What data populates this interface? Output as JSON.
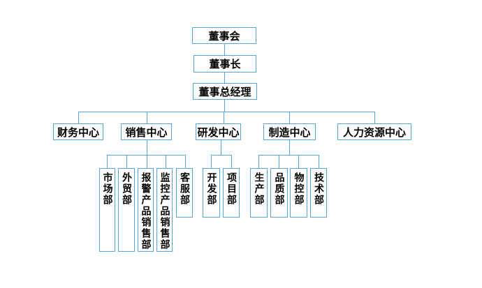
{
  "diagram": {
    "type": "org-chart",
    "language": "zh-CN",
    "colors": {
      "background": "#ffffff",
      "box_border": "#55a4dd",
      "box_fill": "#ffffff",
      "connector": "#55a4dd",
      "text": "#000000"
    },
    "nodes": [
      {
        "id": "board",
        "label": "董事会",
        "parent": null
      },
      {
        "id": "chairman",
        "label": "董事长",
        "parent": "board"
      },
      {
        "id": "general-manager",
        "label": "董事总经理",
        "parent": "chairman"
      },
      {
        "id": "finance-center",
        "label": "财务中心",
        "parent": "general-manager"
      },
      {
        "id": "sales-center",
        "label": "销售中心",
        "parent": "general-manager"
      },
      {
        "id": "rnd-center",
        "label": "研发中心",
        "parent": "general-manager"
      },
      {
        "id": "manufacturing-center",
        "label": "制造中心",
        "parent": "general-manager"
      },
      {
        "id": "hr-center",
        "label": "人力资源中心",
        "parent": "general-manager"
      },
      {
        "id": "marketing-dept",
        "label": "市场部",
        "parent": "sales-center"
      },
      {
        "id": "foreign-trade-dept",
        "label": "外贸部",
        "parent": "sales-center"
      },
      {
        "id": "alarm-product-sales-dept",
        "label": "报警产品销售部",
        "parent": "sales-center"
      },
      {
        "id": "monitoring-product-sales-dept",
        "label": "监控产品销售部",
        "parent": "sales-center"
      },
      {
        "id": "customer-service-dept",
        "label": "客服部",
        "parent": "sales-center"
      },
      {
        "id": "development-dept",
        "label": "开发部",
        "parent": "rnd-center"
      },
      {
        "id": "project-dept",
        "label": "项目部",
        "parent": "rnd-center"
      },
      {
        "id": "production-dept",
        "label": "生产部",
        "parent": "manufacturing-center"
      },
      {
        "id": "quality-dept",
        "label": "品质部",
        "parent": "manufacturing-center"
      },
      {
        "id": "material-control-dept",
        "label": "物控部",
        "parent": "manufacturing-center"
      },
      {
        "id": "technology-dept",
        "label": "技术部",
        "parent": "manufacturing-center"
      }
    ]
  }
}
